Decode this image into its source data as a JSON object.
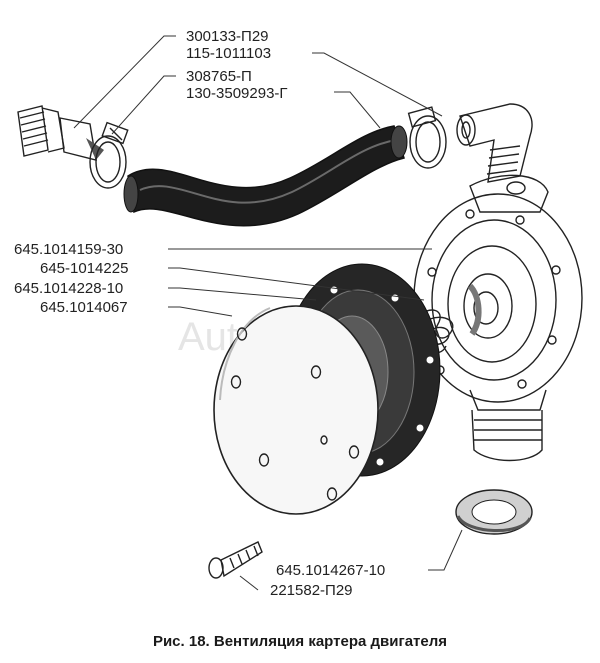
{
  "labels": {
    "p300133": "300133-П29",
    "p115": "115-1011103",
    "p308765": "308765-П",
    "p130": "130-3509293-Г",
    "p645_159": "645.1014159-30",
    "p645_225": "645-1014225",
    "p645_228": "645.1014228-10",
    "p645_067": "645.1014067",
    "p645_267": "645.1014267-10",
    "p221582": "221582-П29"
  },
  "caption": "Рис. 18. Вентиляция картера двигателя",
  "watermark": "AutoSoft",
  "colors": {
    "ink": "#222222",
    "hose": "#1c1c1c",
    "gasket": "#262626",
    "shade": "#9a9a9a"
  }
}
